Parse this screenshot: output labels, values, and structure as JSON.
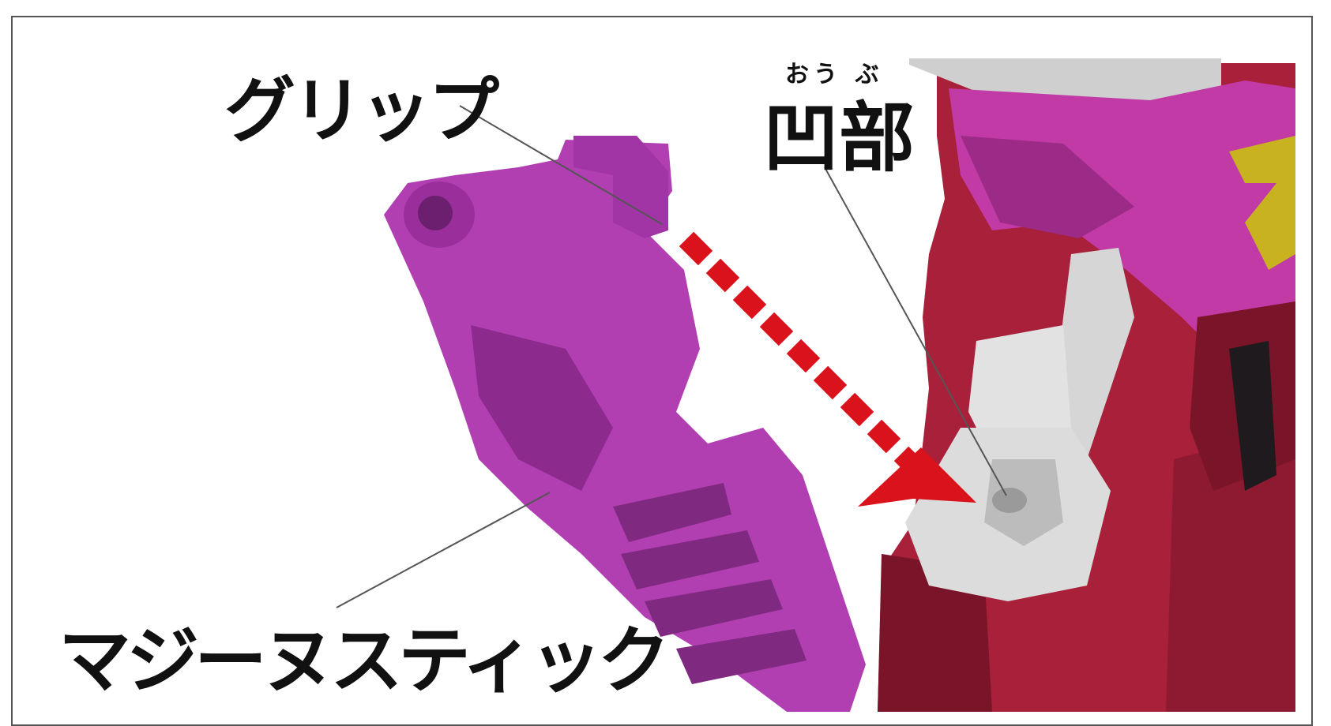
{
  "labels": {
    "grip": "グリップ",
    "recess_ruby": "おう ぶ",
    "recess": "凹部",
    "stick": "マジーヌスティック"
  },
  "colors": {
    "stick_purple": "#b23fb2",
    "stick_purple_dark": "#7f2a80",
    "robot_red": "#a8203a",
    "robot_red_dark": "#7a1428",
    "robot_magenta": "#c23aa6",
    "hand_gray": "#d9d9d9",
    "arrow_red": "#d9121b",
    "accent_yellow": "#c8b220"
  },
  "icons": {
    "arrow": "dashed-arrow-icon"
  }
}
